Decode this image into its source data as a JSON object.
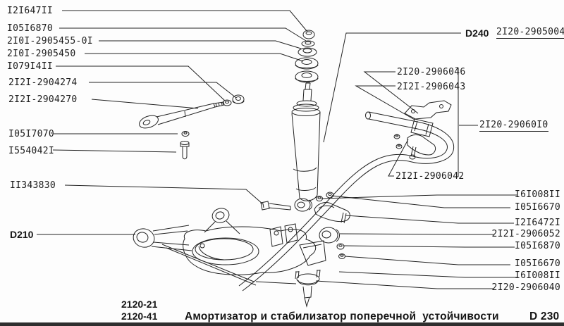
{
  "colors": {
    "ink": "#222222",
    "paper": "#fdfdfd",
    "footer_bar": "#2e2e2e"
  },
  "callouts": {
    "left": [
      {
        "id": "nut-upper-mount",
        "label": "I2I647II"
      },
      {
        "id": "washer-upper-mount",
        "label": "I05I6870"
      },
      {
        "id": "cushion-upper",
        "label": "2I0I-2905455-0I"
      },
      {
        "id": "cushion-lower",
        "label": "2I0I-2905450"
      },
      {
        "id": "washer-strut-rod",
        "label": "I079I4II"
      },
      {
        "id": "bushing-strut-rod",
        "label": "2I2I-2904274"
      },
      {
        "id": "strut-rod",
        "label": "2I2I-2904270"
      },
      {
        "id": "nut-strut-rod",
        "label": "I05I7070"
      },
      {
        "id": "bolt-strut-rod",
        "label": "I554042I"
      },
      {
        "id": "bolt-shock-lower",
        "label": "II343830"
      }
    ],
    "right_top": [
      {
        "id": "bracket-stabilizer",
        "label": "2I20-2906046"
      },
      {
        "id": "cushion-stabilizer",
        "label": "2I2I-2906043"
      },
      {
        "id": "stabilizer-bar",
        "label": "2I20-29060I0",
        "underlined": true
      },
      {
        "id": "clamp-stabilizer",
        "label": "2I2I-2906042"
      }
    ],
    "right_list": [
      {
        "id": "nut-link-upper",
        "label": "I6I008II"
      },
      {
        "id": "washer-link-upper",
        "label": "I05I6670"
      },
      {
        "id": "nut-clamp-stud",
        "label": "I2I6472I"
      },
      {
        "id": "cushion-link",
        "label": "2I2I-2906052"
      },
      {
        "id": "washer-spring-link",
        "label": "I05I6870"
      },
      {
        "id": "washer-link-lower",
        "label": "I05I6670"
      },
      {
        "id": "nut-link-lower",
        "label": "I6I008II"
      },
      {
        "id": "stabilizer-link",
        "label": "2I20-2906040"
      }
    ],
    "section_markers": {
      "d210": "D210",
      "d240": "D240",
      "d240_part": {
        "label": "2I20-2905004",
        "underlined": true
      }
    }
  },
  "footer": {
    "models": [
      "2120-21",
      "2120-41"
    ],
    "title": "Амортизатор и стабилизатор поперечной  устойчивости",
    "page_ref": "D 230"
  }
}
